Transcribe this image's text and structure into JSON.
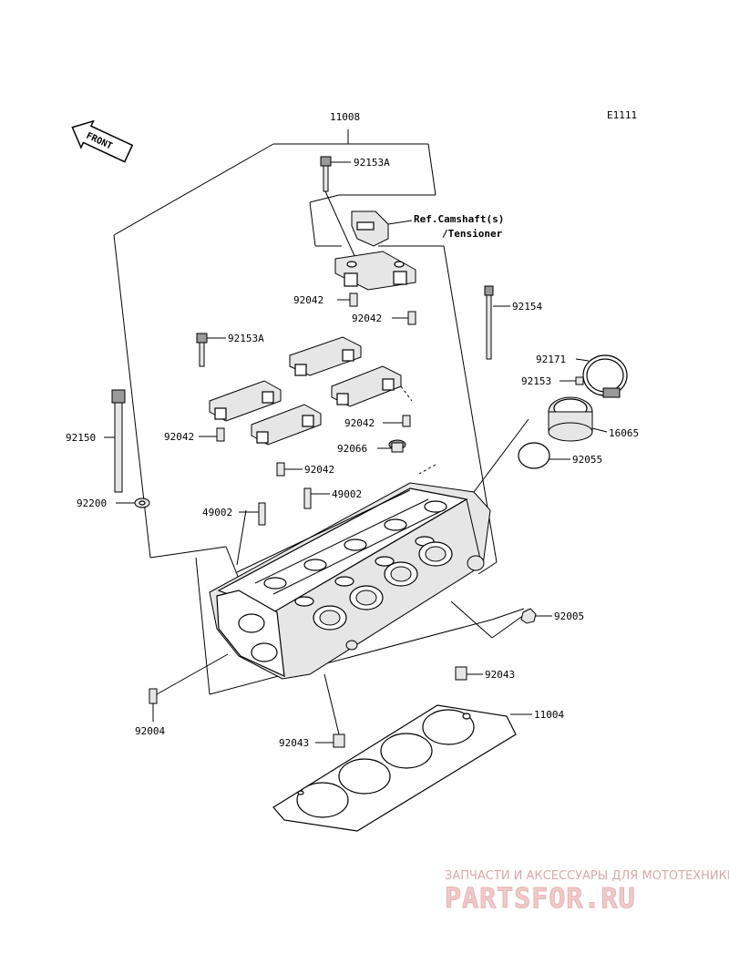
{
  "diagram_code": "E1111",
  "front_marker": "FRONT",
  "callouts": {
    "p11008": "11008",
    "p92153A_top": "92153A",
    "ref_camshaft_line1": "Ref.Camshaft(s)",
    "ref_camshaft_line2": "/Tensioner",
    "p92042_a": "92042",
    "p92042_b": "92042",
    "p92154": "92154",
    "p92153A_mid": "92153A",
    "p92171": "92171",
    "p92153": "92153",
    "p92150": "92150",
    "p92042_c": "92042",
    "p92042_d": "92042",
    "p16065": "16065",
    "p92066": "92066",
    "p92055": "92055",
    "p92042_e": "92042",
    "p92200": "92200",
    "p49002_a": "49002",
    "p49002_b": "49002",
    "p92005": "92005",
    "p92043_a": "92043",
    "p11004": "11004",
    "p92004": "92004",
    "p92043_b": "92043"
  },
  "watermark": {
    "tagline": "ЗАПЧАСТИ И АКСЕССУАРЫ ДЛЯ МОТОТЕХНИКИ",
    "brand": "PARTSFOR.RU"
  }
}
